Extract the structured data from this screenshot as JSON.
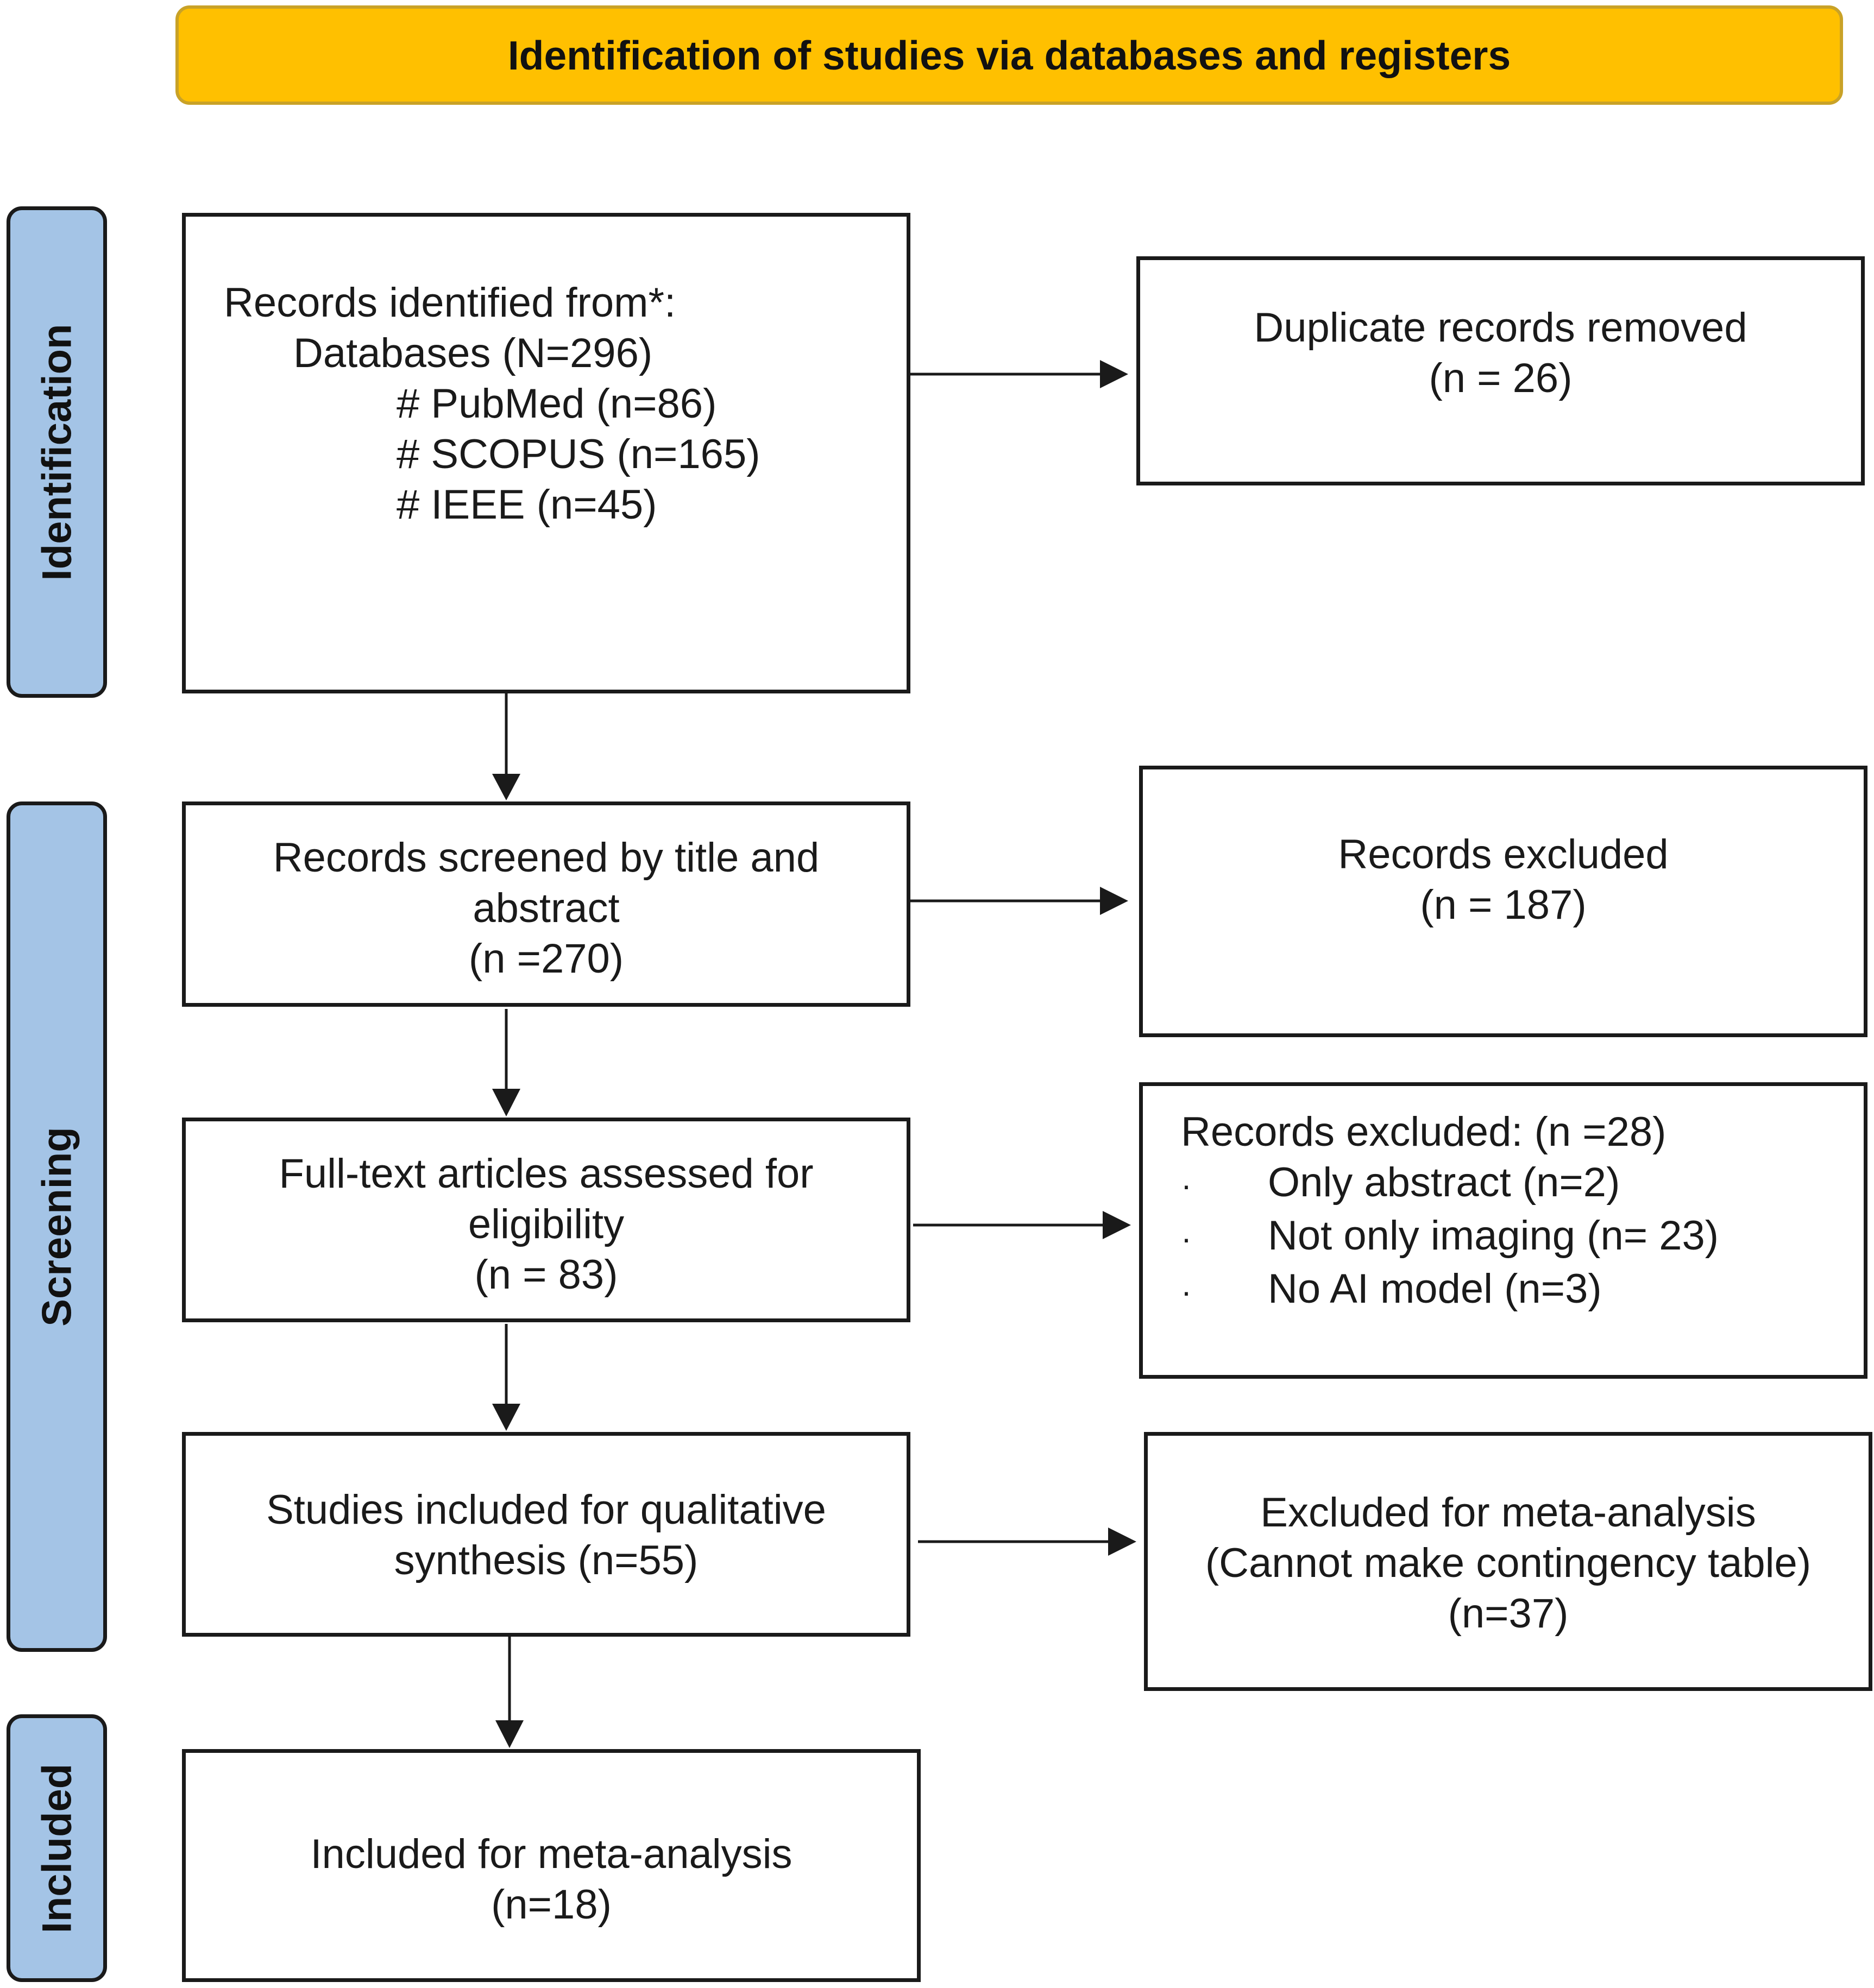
{
  "banner": {
    "title": "Identification of studies via databases and registers",
    "color": "#ffc000"
  },
  "phases": {
    "identification": "Identification",
    "screening": "Screening",
    "included": "Included",
    "color": "#a4c4e6"
  },
  "boxes": {
    "records_identified": {
      "heading": "Records identified from*:",
      "databases": "Databases (N=296)",
      "pubmed": "# PubMed (n=86)",
      "scopus": "# SCOPUS (n=165)",
      "ieee": "# IEEE (n=45)"
    },
    "duplicates_removed": {
      "line1": "Duplicate records removed",
      "line2": "(n = 26)"
    },
    "records_screened": {
      "line1": "Records screened by title and",
      "line2": "abstract",
      "line3": "(n =270)"
    },
    "records_excluded": {
      "line1": "Records excluded",
      "line2": "(n = 187)"
    },
    "full_text_assessed": {
      "line1": "Full-text articles assessed for",
      "line2": "eligibility",
      "line3": "(n = 83)"
    },
    "full_text_excluded": {
      "heading": "Records excluded: (n =28)",
      "bullet": "·",
      "reasons": [
        "Only abstract (n=2)",
        "Not only imaging (n= 23)",
        "No AI model (n=3)"
      ]
    },
    "qualitative_synthesis": {
      "line1": "Studies included for qualitative",
      "line2": "synthesis (n=55)"
    },
    "excluded_meta": {
      "line1": "Excluded for meta-analysis",
      "line2": "(Cannot make contingency table)",
      "line3": "(n=37)"
    },
    "included_meta": {
      "line1": "Included for meta-analysis",
      "line2": "(n=18)"
    }
  }
}
